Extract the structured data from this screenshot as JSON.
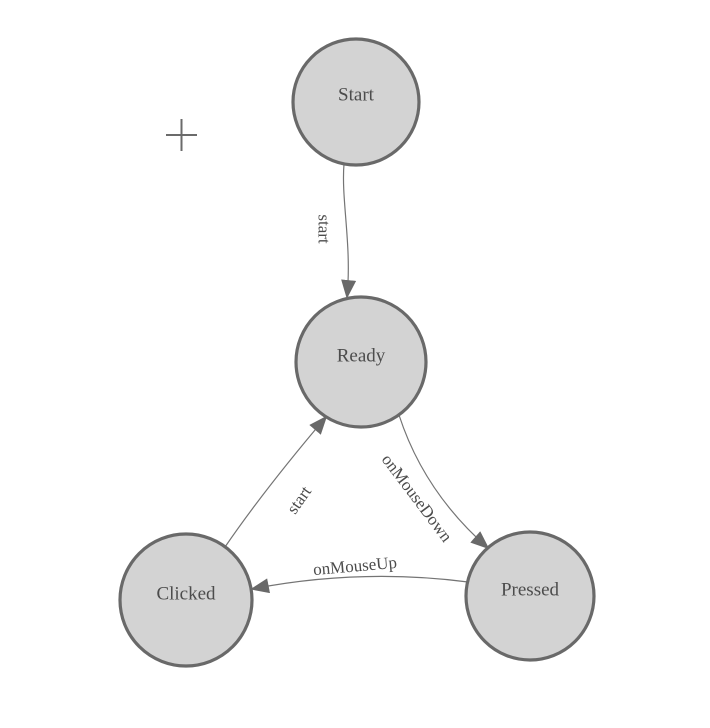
{
  "diagram": {
    "kind": "state-machine",
    "nodes": [
      {
        "id": "start",
        "label": "Start"
      },
      {
        "id": "ready",
        "label": "Ready"
      },
      {
        "id": "clicked",
        "label": "Clicked"
      },
      {
        "id": "pressed",
        "label": "Pressed"
      }
    ],
    "edges": [
      {
        "from": "start",
        "to": "ready",
        "label": "start"
      },
      {
        "from": "ready",
        "to": "pressed",
        "label": "onMouseDown"
      },
      {
        "from": "pressed",
        "to": "clicked",
        "label": "onMouseUp"
      },
      {
        "from": "clicked",
        "to": "ready",
        "label": "start"
      }
    ],
    "colors": {
      "node_fill": "#d3d3d3",
      "node_stroke": "#696969",
      "node_text": "#4c4c4c",
      "edge_stroke": "#747474",
      "edge_text": "#4c4c4c",
      "arrow_fill": "#696969",
      "crosshair": "#6b6b6b",
      "background": "#ffffff"
    }
  }
}
